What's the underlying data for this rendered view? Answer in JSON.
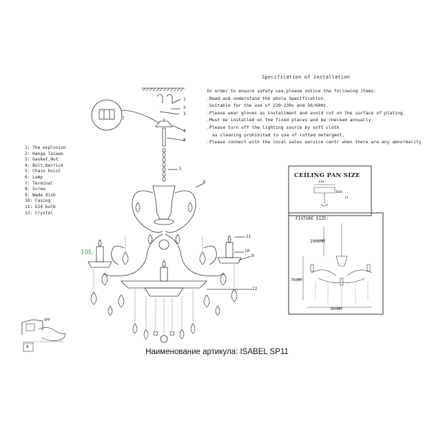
{
  "spec": {
    "title": "Specification of installation",
    "items": [
      "In order to ensure safety use,please notice the following items:",
      ".Read and understand the whole Specification.",
      ".Suitable for the use of 220~230v and 50/60Hz.",
      ".Please wear gloves as installment and avoid rut on the surface of plating.",
      ".Must be installed on the fixed places and be checked annually.",
      ".Please turn off the lighting source by soft cloth",
      "as cleaning prohibited to use of rotted detergent.",
      ".Please connect with the local sales service centr when there are any abnormality."
    ]
  },
  "parts": [
    "1: The explosion",
    "2: Hanga Taiwan",
    "3: Gasket,Nut",
    "4: Bolt,Derrick",
    "5: Chain hoist",
    "6: Lamp",
    "7: Terminal",
    "8: Screw",
    "9: Wade dish",
    "10: Casing",
    "11: E14 bulb",
    "12: Crystal"
  ],
  "callouts": [
    "1",
    "2",
    "3",
    "4",
    "5",
    "6",
    "7",
    "8",
    "9",
    "10",
    "11",
    "12"
  ],
  "green_label": "10L",
  "ceiling_pan": {
    "title": "CEILING PAN SIZE",
    "dim1": "110",
    "dim2": "Ø30",
    "dim3": "11"
  },
  "fixture": {
    "title": "FIXTURE SIZE:",
    "dim_height_chain": "1000MM",
    "dim_height": "700MM",
    "dim_width": "800MM"
  },
  "switch_label": "OFF",
  "box_a_label": "A",
  "caption": "Наименование артикула: ISABEL SP11",
  "colors": {
    "line": "#333333",
    "green": "#2e8b2e",
    "accent": "#000000"
  }
}
